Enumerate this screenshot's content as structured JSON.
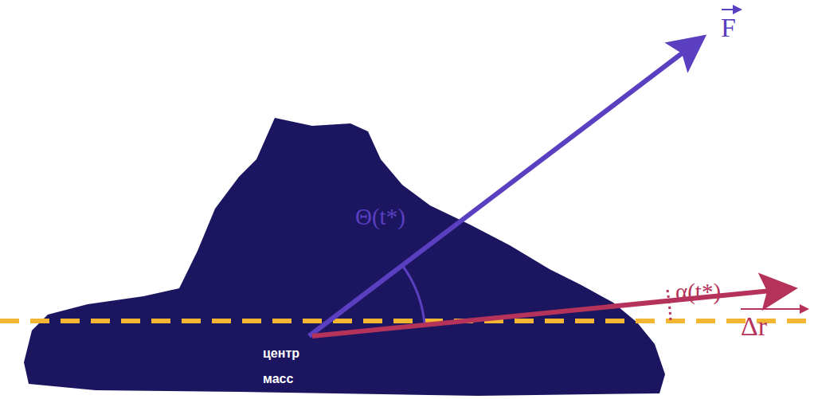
{
  "diagram": {
    "labels": [
      "F",
      "Δr",
      "Θ(t*)",
      "α(t*)",
      "центр масс"
    ]
  }
}
